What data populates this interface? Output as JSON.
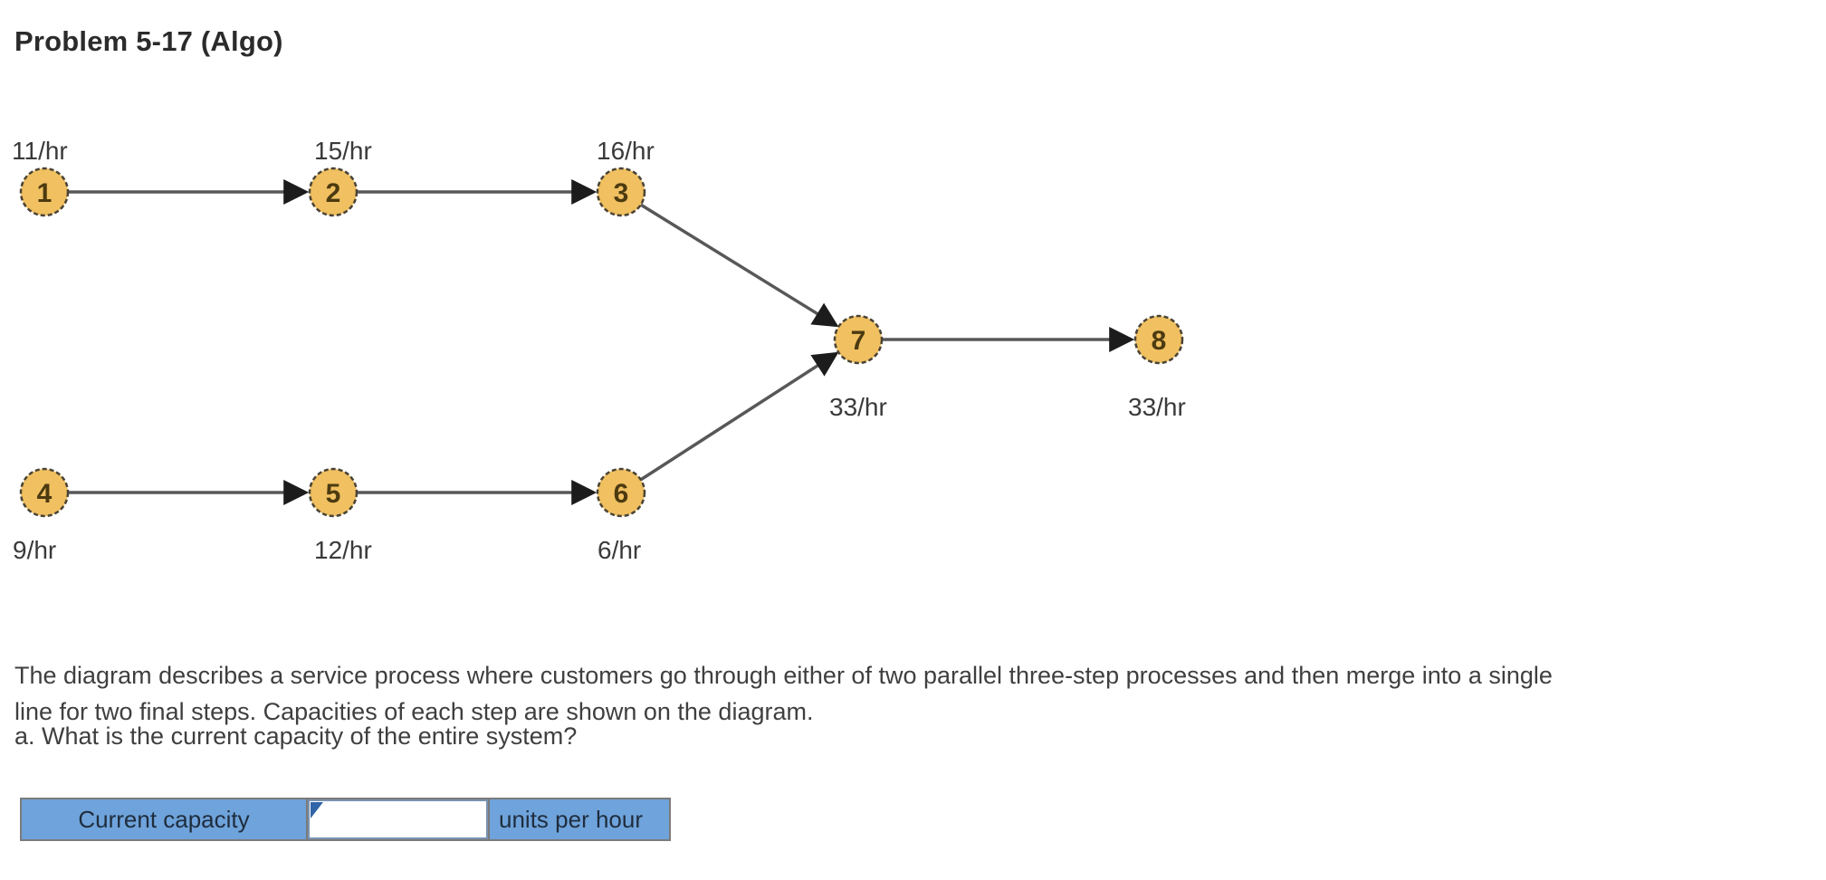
{
  "page": {
    "title": "Problem 5-17 (Algo)"
  },
  "diagram": {
    "nodes": [
      {
        "id": "1",
        "capacity": "11/hr"
      },
      {
        "id": "2",
        "capacity": "15/hr"
      },
      {
        "id": "3",
        "capacity": "16/hr"
      },
      {
        "id": "4",
        "capacity": "9/hr"
      },
      {
        "id": "5",
        "capacity": "12/hr"
      },
      {
        "id": "6",
        "capacity": "6/hr"
      },
      {
        "id": "7",
        "capacity": "33/hr"
      },
      {
        "id": "8",
        "capacity": "33/hr"
      }
    ],
    "edges": [
      "1-2",
      "2-3",
      "3-7",
      "4-5",
      "5-6",
      "6-7",
      "7-8"
    ]
  },
  "problem": {
    "description": "The diagram describes a service process where customers go through either of two parallel three-step processes and then merge into a single line for two final steps. Capacities of each step are shown on the diagram.",
    "question_a": "a. What is the current capacity of the entire system?"
  },
  "answer_table": {
    "row_label": "Current capacity",
    "input_value": "",
    "unit_label": "units per hour"
  },
  "colors": {
    "node_fill": "#F0C061",
    "node_border": "#4a4335",
    "edge_gray": "#58585a",
    "table_blue": "#6FA3DB",
    "marker_blue": "#3264A8"
  }
}
